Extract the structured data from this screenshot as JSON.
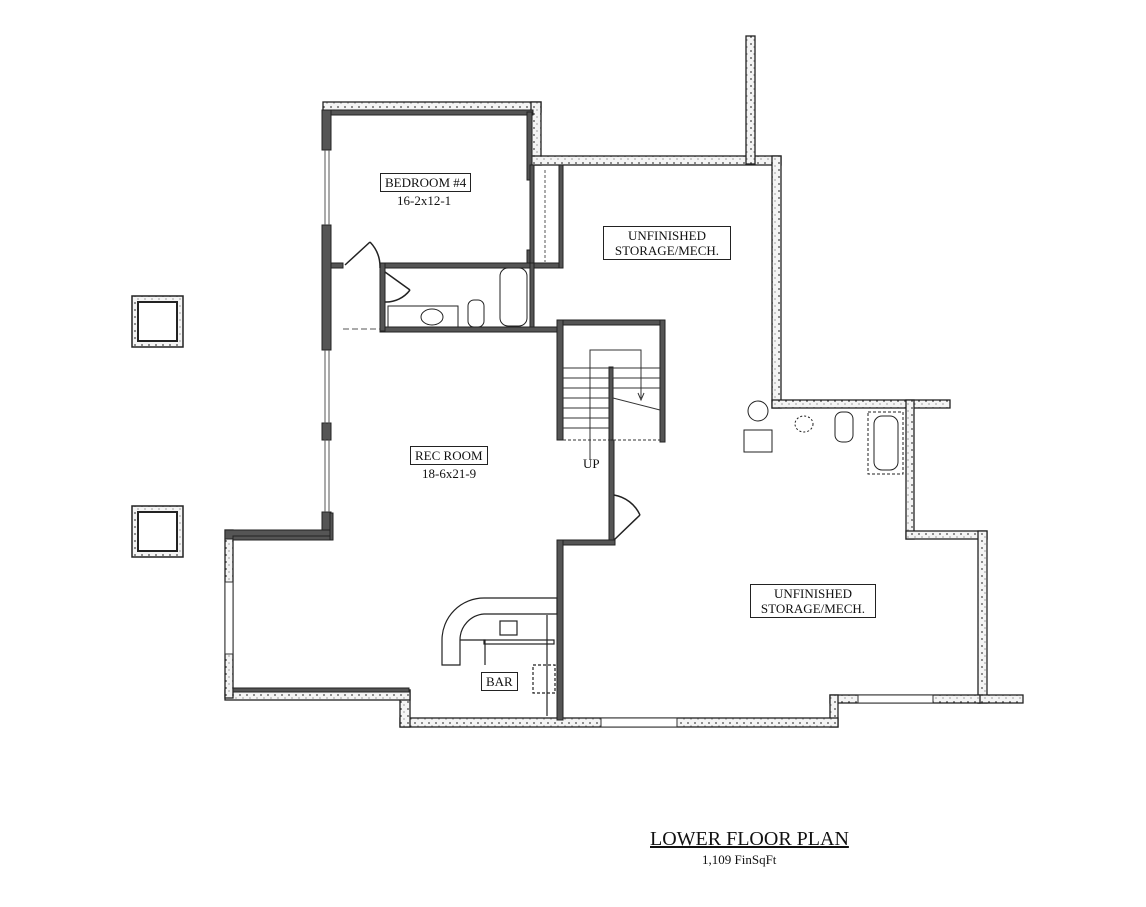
{
  "plan": {
    "title": "LOWER FLOOR PLAN",
    "area": "1,109 FinSqFt",
    "rooms": [
      {
        "name": "BEDROOM #4",
        "dims": "16-2x12-1"
      },
      {
        "name": "UNFINISHED STORAGE/MECH.",
        "dims": ""
      },
      {
        "name": "REC ROOM",
        "dims": "18-6x21-9"
      },
      {
        "name": "UNFINISHED STORAGE/MECH.",
        "dims": ""
      },
      {
        "name": "BAR",
        "dims": ""
      }
    ],
    "stair_label": "UP"
  }
}
